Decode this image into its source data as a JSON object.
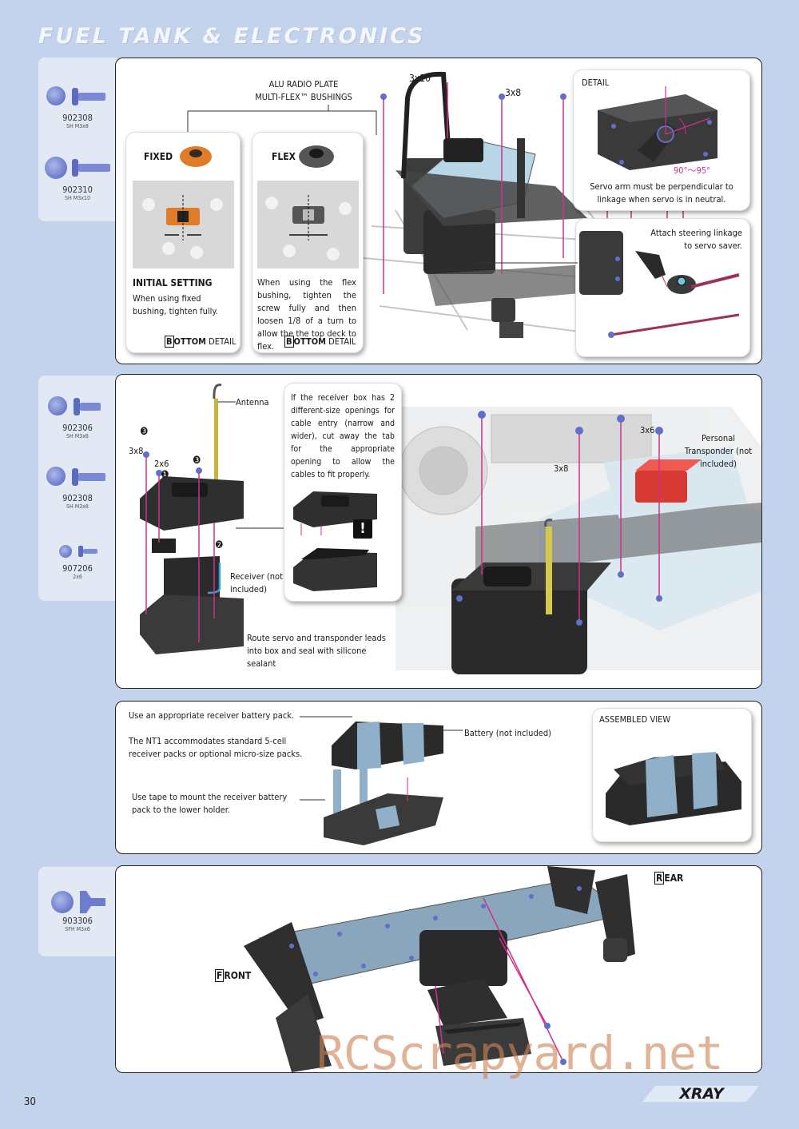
{
  "page": {
    "title": "FUEL TANK & ELECTRONICS",
    "number": "30",
    "brand": "XRAY",
    "watermark": "RCScrapyard.net"
  },
  "colors": {
    "background": "#c3d3ec",
    "screw": "#6070c8",
    "orange_bushing": "#e07b2a",
    "guide_lines": "#d0308a",
    "battery_band": "#8fb0c8"
  },
  "step1": {
    "parts": [
      {
        "code": "902308",
        "desc": "SH M3x8"
      },
      {
        "code": "902310",
        "desc": "SH M3x10"
      }
    ],
    "alu_radio_plate": "ALU RADIO PLATE",
    "bushings": "MULTI-FLEX™ BUSHINGS",
    "label_3x10": "3x10",
    "label_3x8": "3x8",
    "fixed": {
      "title": "FIXED",
      "heading": "INITIAL SETTING",
      "text": "When using fixed bushing, tighten fully.",
      "footer_b": "B",
      "footer_bold": "OTTOM",
      "footer_detail": "DETAIL"
    },
    "flex": {
      "title": "FLEX",
      "text": "When using the flex bushing, tighten the screw fully and then loosen 1/8 of a turn to allow the the top deck to flex.",
      "footer_b": "B",
      "footer_bold": "OTTOM",
      "footer_detail": "DETAIL"
    },
    "detail": {
      "title": "DETAIL",
      "angle": "90°～95°",
      "text": "Servo arm must be perpendicular to linkage when servo is in neutral."
    },
    "steering_text": "Attach steering linkage to servo saver."
  },
  "step2": {
    "parts": [
      {
        "code": "902306",
        "desc": "SH M3x6"
      },
      {
        "code": "902308",
        "desc": "SH M3x8"
      },
      {
        "code": "907206",
        "desc": "2x6"
      }
    ],
    "antenna": "Antenna",
    "label_3x8": "3x8",
    "label_2x6": "2x6",
    "num_1": "❶",
    "num_2": "❷",
    "num_3": "❸",
    "receiver": "Receiver (not included)",
    "route_text": "Route servo and transponder leads into box and seal with silicone sealant",
    "note": "If the receiver box has 2 different-size openings for cable entry (narrow and wider), cut away the tab for the appropriate opening to allow the cables to fit properly.",
    "warning": "!",
    "label_3x6": "3x6",
    "label_3x8_b": "3x8",
    "transponder": "Personal Transponder (not included)"
  },
  "step3": {
    "text1": "Use an appropriate receiver battery pack.",
    "text2": "The NT1 accommodates standard 5-cell receiver packs or optional micro-size packs.",
    "text3": "Use tape to mount the receiver battery pack to the lower holder.",
    "battery": "Battery (not included)",
    "assembled": "ASSEMBLED VIEW"
  },
  "step4": {
    "parts": [
      {
        "code": "903306",
        "desc": "SFH M3x6"
      }
    ],
    "rear_r": "R",
    "rear_rest": "EAR",
    "front_f": "F",
    "front_rest": "RONT"
  }
}
